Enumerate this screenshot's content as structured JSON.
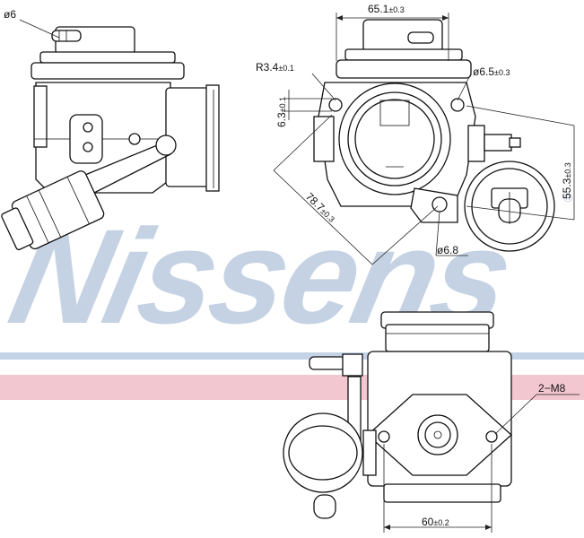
{
  "watermark": {
    "brand": "Nissens",
    "registered_mark": "®",
    "band_top_color": "#c5d3e6",
    "band_bottom_color": "#f2c7cf",
    "text_color": "#bccbe0"
  },
  "dimensions": {
    "pipe_diameter": "ø6",
    "width_top": "65.1",
    "width_top_tol": "±0.3",
    "radius": "R3.4",
    "radius_tol": "±0.1",
    "hole_diameter": "ø6.5",
    "hole_tol": "±0.3",
    "offset_vertical": "6.3",
    "offset_vertical_tol": "±0.1",
    "diagonal": "78.7",
    "diagonal_tol": "±0.3",
    "actuator_height": "55.3",
    "actuator_height_tol": "±0.3",
    "lower_hole": "ø6.8",
    "thread": "2−M8",
    "width_bottom": "60",
    "width_bottom_tol": "±0.2"
  }
}
